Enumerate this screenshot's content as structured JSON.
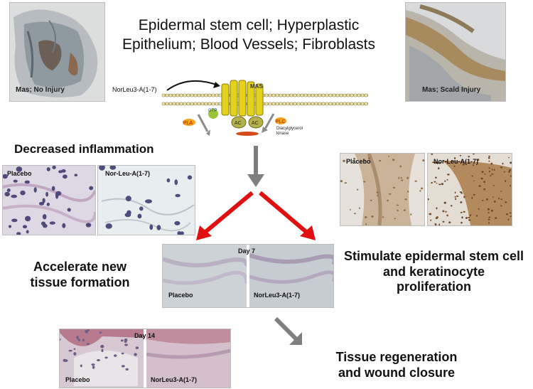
{
  "title": "Epidermal stem cell; Hyperplastic Epithelium; Blood Vessels; Fibroblasts",
  "top_images": {
    "left_label": "Mas; No Injury",
    "right_label": "Mas; Scald Injury"
  },
  "pathway": {
    "ligand": "NorLeu3-A(1-7)",
    "receptor": "MAS",
    "pla": "PLA",
    "plc": "PLC",
    "ac_left": "AC",
    "ac_right": "AC",
    "g_protein": "GTP",
    "small_labels": "Diacylglycerol\nkinase"
  },
  "captions": {
    "inflammation": "Decreased inflammation",
    "tissue_formation": "Accelerate new\ntissue formation",
    "stem_cell": "Stimulate epidermal stem cell\nand  keratinocyte\nproliferation",
    "regeneration": "Tissue regeneration\nand wound closure"
  },
  "inflammation_panels": {
    "left": "Placebo",
    "right": "Nor-Leu-A(1-7)"
  },
  "stem_panels": {
    "left": "Placebo",
    "right": "Nor-Leu-A(1-7)"
  },
  "day7_panel": {
    "day": "Day 7",
    "left": "Placebo",
    "right": "NorLeu3-A(1-7)"
  },
  "day14_panel": {
    "day": "Day 14",
    "left": "Placebo",
    "right": "NorLeu3-A(1-7)"
  },
  "colors": {
    "arrow_red": "#e01010",
    "arrow_gray": "#7f7f7f",
    "membrane": "#c9b46a",
    "receptor": "#e3d21b"
  }
}
